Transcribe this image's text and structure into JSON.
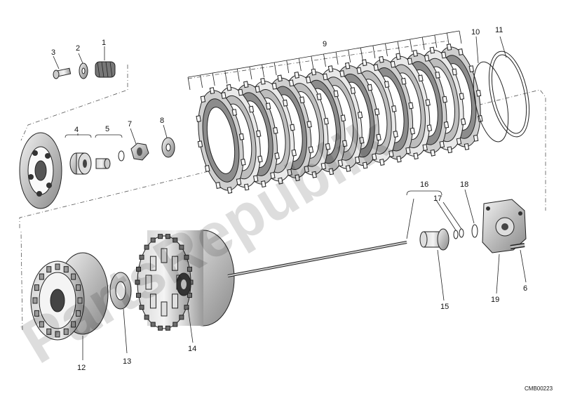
{
  "diagram": {
    "drawing_code": "CMB00223",
    "watermark": "PartsRepublik",
    "callouts": [
      {
        "id": "c1",
        "label": "1"
      },
      {
        "id": "c2",
        "label": "2"
      },
      {
        "id": "c3",
        "label": "3"
      },
      {
        "id": "c4",
        "label": "4"
      },
      {
        "id": "c5",
        "label": "5"
      },
      {
        "id": "c6",
        "label": "6"
      },
      {
        "id": "c7",
        "label": "7"
      },
      {
        "id": "c8",
        "label": "8"
      },
      {
        "id": "c9",
        "label": "9"
      },
      {
        "id": "c10",
        "label": "10"
      },
      {
        "id": "c11",
        "label": "11"
      },
      {
        "id": "c12",
        "label": "12"
      },
      {
        "id": "c13",
        "label": "13"
      },
      {
        "id": "c14",
        "label": "14"
      },
      {
        "id": "c15",
        "label": "15"
      },
      {
        "id": "c16",
        "label": "16"
      },
      {
        "id": "c17",
        "label": "17"
      },
      {
        "id": "c18",
        "label": "18"
      },
      {
        "id": "c19",
        "label": "19"
      }
    ]
  }
}
